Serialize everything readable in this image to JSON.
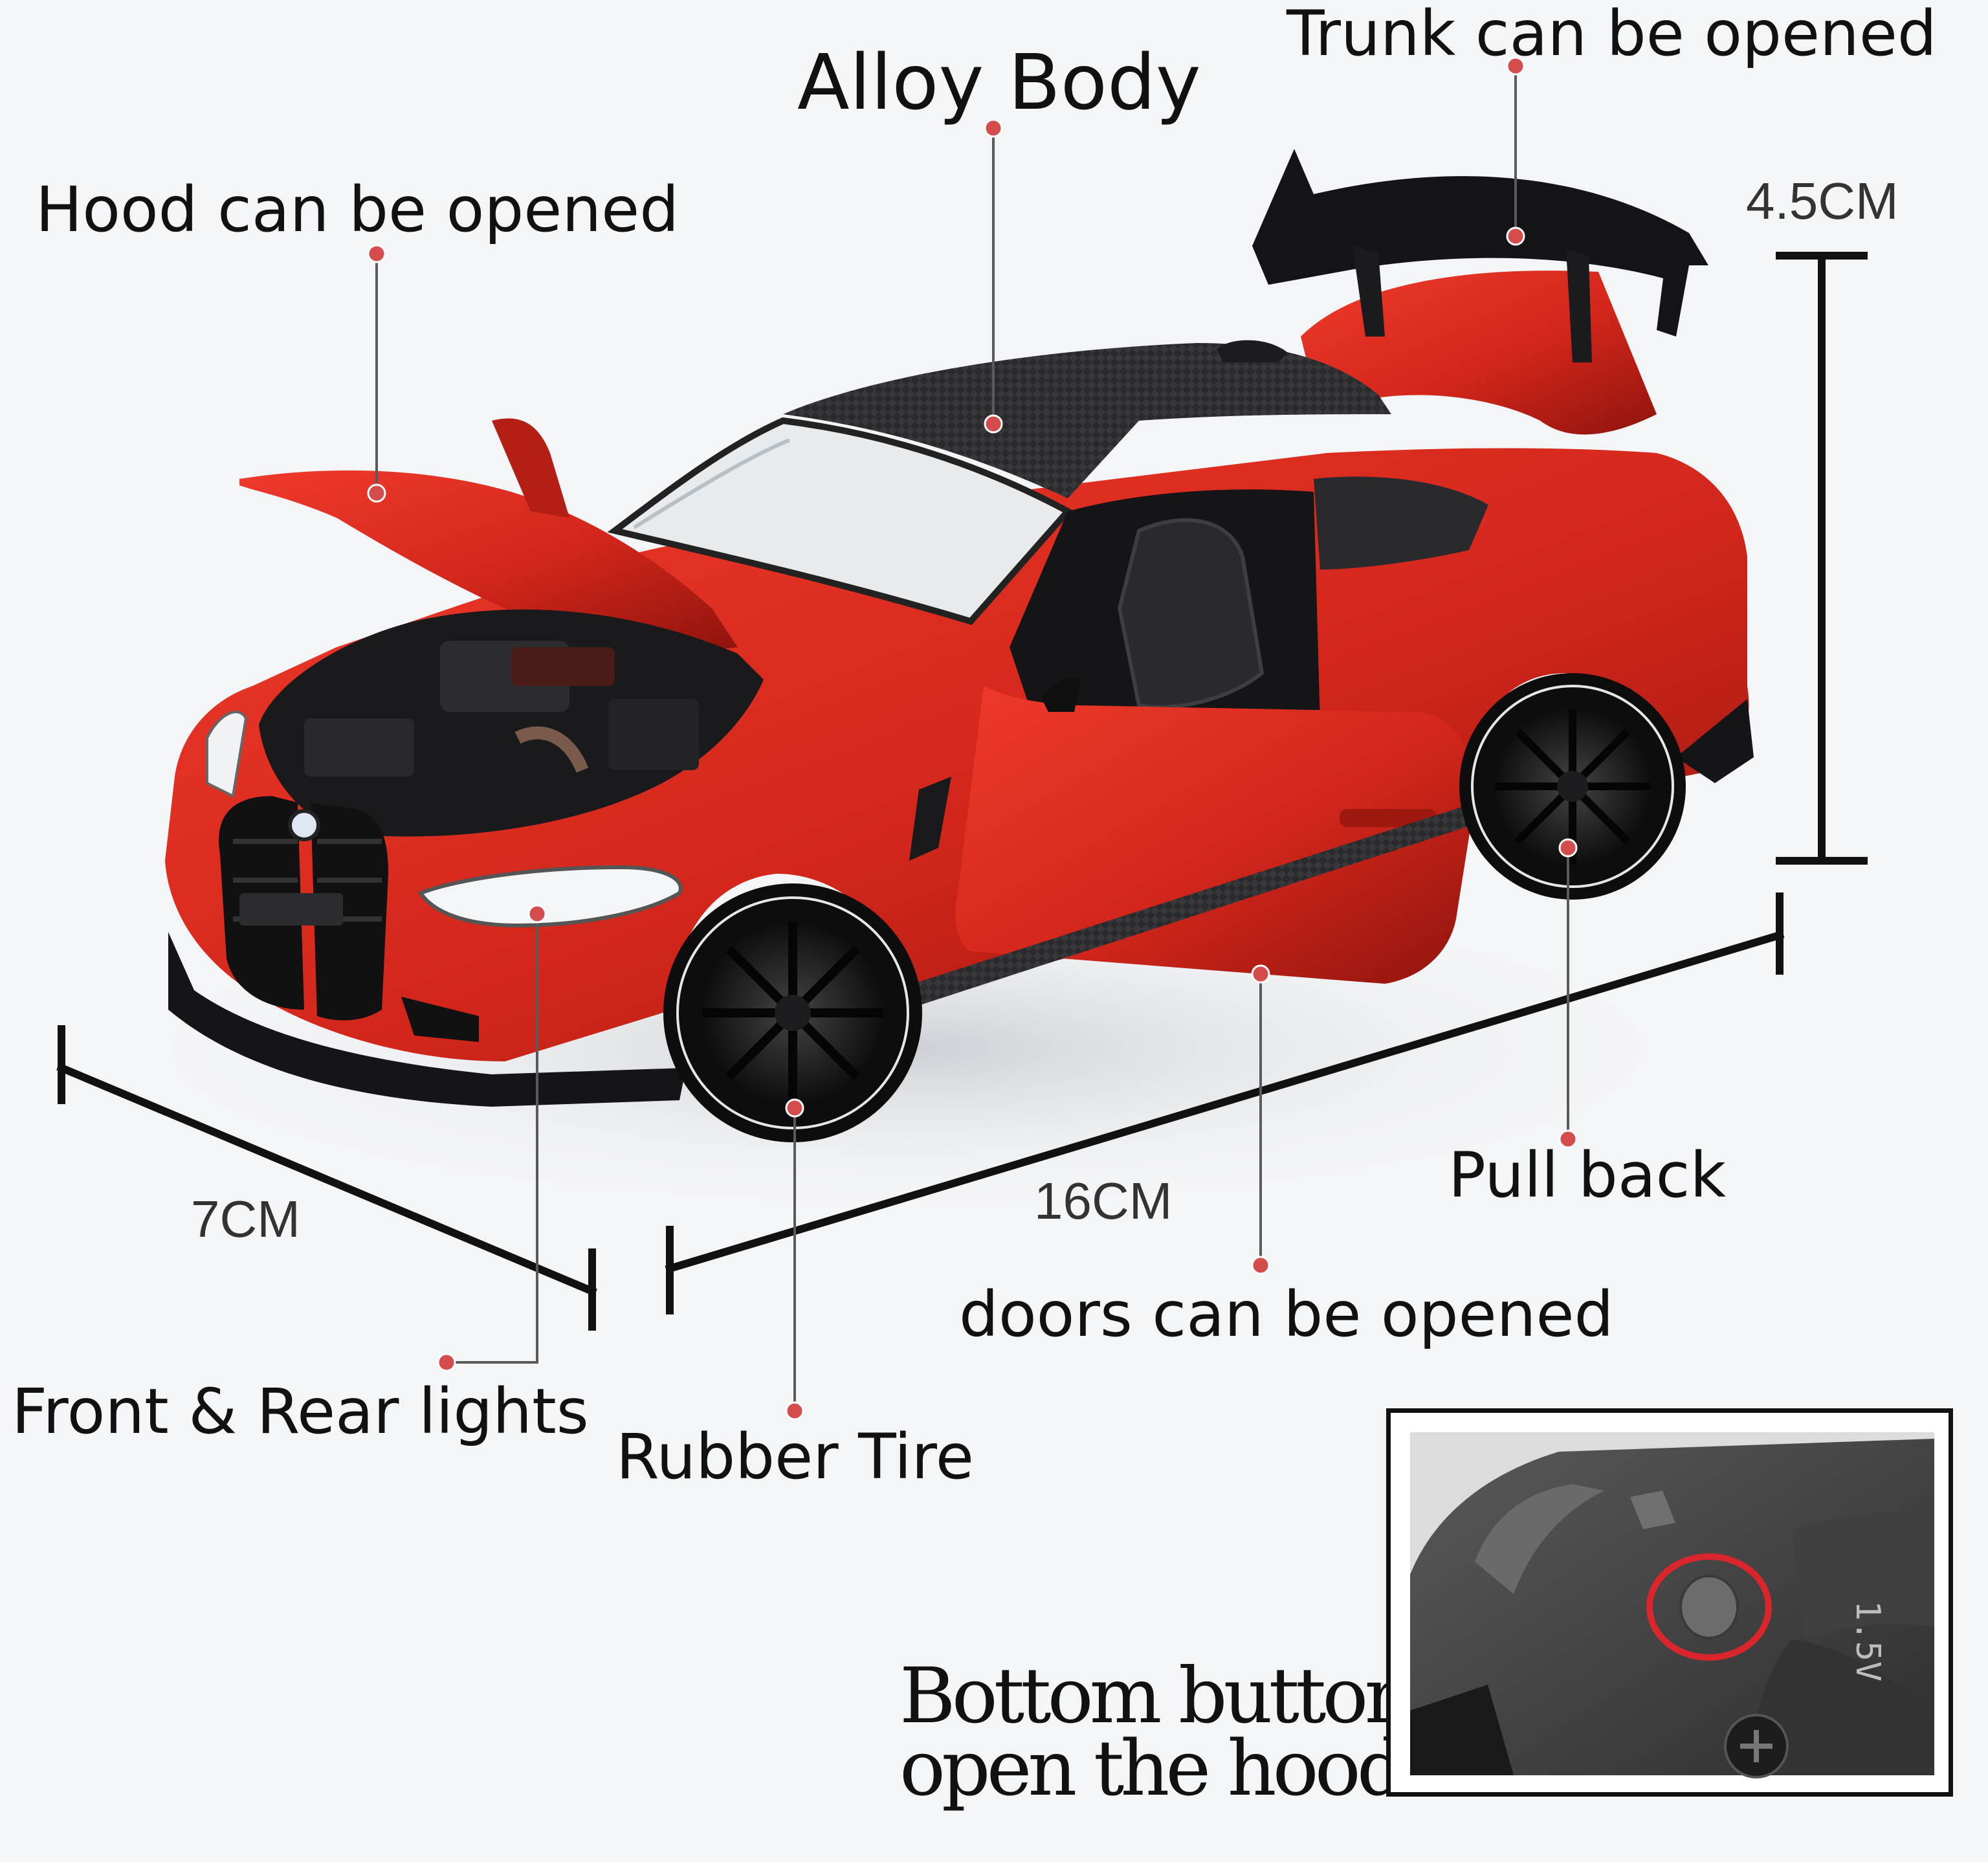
{
  "callouts": {
    "alloy_body": "Alloy Body",
    "trunk": "Trunk can be opened",
    "hood": "Hood can be opened",
    "doors": "doors can be opened",
    "pull_back": "Pull back",
    "lights": "Front & Rear lights",
    "tire": "Rubber Tire"
  },
  "dimensions": {
    "height": "4.5CM",
    "length": "16CM",
    "width": "7CM"
  },
  "inset": {
    "note_line1": "Bottom button,",
    "note_line2": "open the hood",
    "battery_marking": "1.5V"
  },
  "colors": {
    "car_red": "#d3261b",
    "car_dark_red": "#9e1810",
    "carbon": "#2b2b2e",
    "callout_dot": "#d44c4c",
    "callout_line": "#5a5a5a",
    "inset_ring": "#d8262c"
  }
}
